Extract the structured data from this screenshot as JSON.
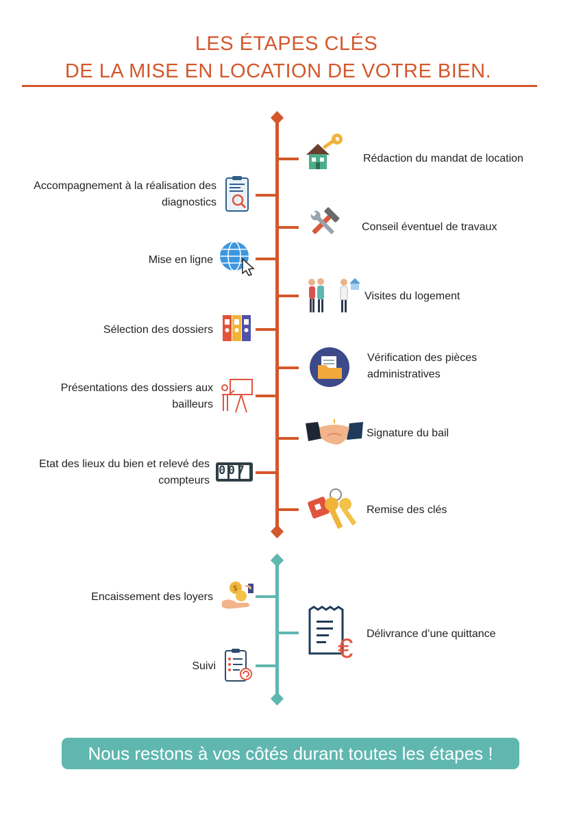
{
  "title": {
    "line1": "LES ÉTAPES CLÉS",
    "line2": "DE LA MISE EN LOCATION DE VOTRE BIEN."
  },
  "colors": {
    "accent": "#d4572b",
    "teal": "#5fb7b0"
  },
  "timeline_main": {
    "right_steps": [
      {
        "label": "Rédaction du mandat de location",
        "icon": "house-key-icon"
      },
      {
        "label": "Conseil éventuel de travaux",
        "icon": "hammer-wrench-icon"
      },
      {
        "label": "Visites du logement",
        "icon": "visitors-icon"
      },
      {
        "label": "Vérification des pièces administratives",
        "icon": "folder-documents-icon"
      },
      {
        "label": "Signature du bail",
        "icon": "handshake-icon"
      },
      {
        "label": "Remise des clés",
        "icon": "keys-icon"
      }
    ],
    "left_steps": [
      {
        "label": "Accompagnement à la réalisation des diagnostics",
        "icon": "clipboard-magnifier-icon"
      },
      {
        "label": "Mise en ligne",
        "icon": "globe-cursor-icon"
      },
      {
        "label": "Sélection des dossiers",
        "icon": "binders-icon"
      },
      {
        "label": "Présentations des dossiers aux bailleurs",
        "icon": "presenter-board-icon"
      },
      {
        "label": "Etat des lieux du bien et relevé des compteurs",
        "icon": "meter-counter-icon",
        "meter_digits": "007"
      }
    ]
  },
  "timeline_followup": {
    "left_steps": [
      {
        "label": "Encaissement des loyers",
        "icon": "coins-hand-icon"
      },
      {
        "label": "Suivi",
        "icon": "checklist-icon"
      }
    ],
    "right_steps": [
      {
        "label": "Délivrance d’une quittance",
        "icon": "receipt-euro-icon",
        "currency_symbol": "€"
      }
    ]
  },
  "footer": {
    "banner": "Nous restons à vos côtés durant toutes les étapes !"
  }
}
